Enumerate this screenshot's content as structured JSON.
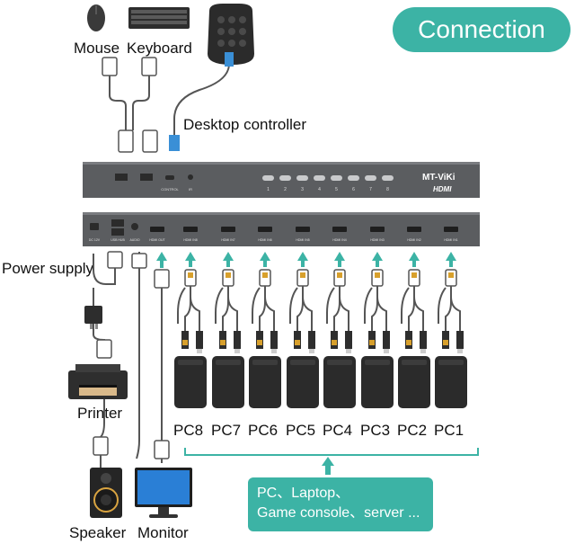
{
  "badge": {
    "label": "Connection"
  },
  "labels": {
    "mouse": "Mouse",
    "keyboard": "Keyboard",
    "desktop_controller": "Desktop controller",
    "power_supply": "Power supply",
    "printer": "Printer",
    "speaker": "Speaker",
    "monitor": "Monitor"
  },
  "device": {
    "brand": "MT-ViKi",
    "hdmi_logo": "HDMI",
    "front_ports": [
      "CONTROL",
      "IR"
    ],
    "buttons": [
      "1",
      "2",
      "3",
      "4",
      "5",
      "6",
      "7",
      "8"
    ],
    "rear_ports": [
      "DC 12V",
      "USB HUB",
      "AUDIO",
      "HDMI OUT",
      "HDMI IN8",
      "HDMI IN7",
      "HDMI IN6",
      "HDMI IN5",
      "HDMI IN4",
      "HDMI IN3",
      "HDMI IN2",
      "HDMI IN1"
    ]
  },
  "pcs": [
    "PC8",
    "PC7",
    "PC6",
    "PC5",
    "PC4",
    "PC3",
    "PC2",
    "PC1"
  ],
  "note": {
    "line1": "PC、Laptop、",
    "line2": "Game console、server ..."
  },
  "colors": {
    "accent": "#3cb3a5",
    "device": "#5b5d60",
    "device_dark": "#44464a",
    "cable": "#555555",
    "gold": "#d8a02c",
    "blue_plug": "#3a8fd6"
  }
}
